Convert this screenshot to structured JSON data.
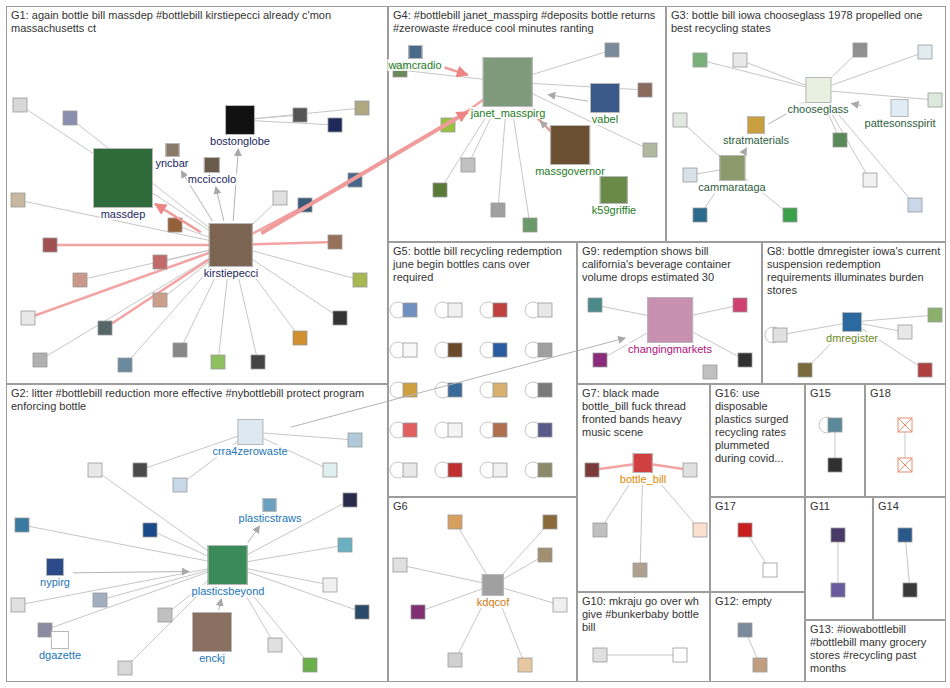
{
  "diagram": {
    "nodes": [
      {
        "text": [
          "G1: again bottle bill massdep #bottlebill kirstiepecci already c'mon massachusetts ct"
        ]
      },
      {
        "text": [
          "bostonglobe"
        ],
        "in": 0
      },
      {
        "text": [
          "yncbar"
        ],
        "in": 0
      },
      {
        "text": [
          "mcciccolo"
        ],
        "in": 0
      },
      {
        "text": [
          "massdep"
        ],
        "in": 0
      },
      {
        "text": [
          "kirstiepecci"
        ],
        "in": 0
      },
      {
        "text": [
          "G4: #bottlebill janet_masspirg #deposits bottle returns #zerowaste #reduce cool minutes ranting"
        ]
      },
      {
        "text": [
          "wamcradio"
        ],
        "in": 6
      },
      {
        "text": [
          "janet_masspirg"
        ],
        "in": 6
      },
      {
        "text": [
          "vabel"
        ],
        "in": 6
      },
      {
        "text": [
          "massgovernor"
        ],
        "in": 6
      },
      {
        "text": [
          "k59griffie"
        ],
        "in": 6
      },
      {
        "text": [
          "G3: bottle bill iowa chooseglass 1978 propelled one best recycling states"
        ]
      },
      {
        "text": [
          "chooseglass"
        ],
        "in": 12
      },
      {
        "text": [
          "pattesonsspirit"
        ],
        "in": 12
      },
      {
        "text": [
          "stratmaterials"
        ],
        "in": 12
      },
      {
        "text": [
          "cammarataga"
        ],
        "in": 12
      },
      {
        "text": [
          "G5: bottle bill recycling redemption june begin bottles cans over required"
        ]
      },
      {
        "text": [
          "G9: redemption shows bill california's beverage container volume drops estimated 30"
        ]
      },
      {
        "text": [
          "changingmarkets"
        ],
        "in": 18
      },
      {
        "text": [
          "G8: bottle dmregister iowa's current suspension redemption requirements illuminates burden stores"
        ]
      },
      {
        "text": [
          "dmregister"
        ],
        "in": 20
      },
      {
        "text": [
          "G2: litter #bottlebill reduction more effective #nybottlebill protect program enforcing bottle"
        ]
      },
      {
        "text": [
          "crra4zerowaste"
        ],
        "in": 22
      },
      {
        "text": [
          "plasticstraws"
        ],
        "in": 22
      },
      {
        "text": [
          "nypirg"
        ],
        "in": 22
      },
      {
        "text": [
          "plasticsbeyond"
        ],
        "in": 22
      },
      {
        "text": [
          "dgazette"
        ],
        "in": 22
      },
      {
        "text": [
          "enckj"
        ],
        "in": 22
      },
      {
        "text": [
          "G6"
        ]
      },
      {
        "text": [
          "kdqcof"
        ],
        "in": 29
      },
      {
        "text": [
          "G7: black made bottle_bill fuck thread fronted bands heavy music scene"
        ]
      },
      {
        "text": [
          "bottle_bill"
        ],
        "in": 31
      },
      {
        "text": [
          "G16: use disposable plastics surged recycling rates plummeted during covid..."
        ]
      },
      {
        "text": [
          "G15"
        ]
      },
      {
        "text": [
          "G18"
        ]
      },
      {
        "text": [
          "G17"
        ]
      },
      {
        "text": [
          "G11"
        ]
      },
      {
        "text": [
          "G14"
        ]
      },
      {
        "text": [
          "G10: mkraju go over wh give #bunkerbaby bottle bill"
        ]
      },
      {
        "text": [
          "G12: empty"
        ]
      },
      {
        "text": [
          "G13: #iowabottlebill #bottlebill many grocery stores #recycling past months"
        ]
      }
    ],
    "edges": [
      {
        "from": 5,
        "to": 4,
        "arrow": "to"
      },
      {
        "from": 5,
        "to": 1,
        "arrow": "to"
      },
      {
        "from": 5,
        "to": 3,
        "arrow": "to"
      },
      {
        "from": 5,
        "to": 2,
        "arrow": "to"
      },
      {
        "from": 5,
        "to": 8,
        "arrow": "to"
      },
      {
        "from": 7,
        "to": 8,
        "arrow": "to"
      },
      {
        "from": 10,
        "to": 8,
        "arrow": "to"
      },
      {
        "from": 9,
        "to": 8,
        "arrow": "to"
      },
      {
        "from": 11,
        "to": 8,
        "arrow": "to"
      },
      {
        "from": 16,
        "to": 15,
        "arrow": "to"
      },
      {
        "from": 15,
        "to": 13,
        "arrow": "to"
      },
      {
        "from": 14,
        "to": 13,
        "arrow": "to"
      },
      {
        "from": 23,
        "to": 19,
        "arrow": "to"
      },
      {
        "from": 26,
        "to": 24,
        "arrow": "to"
      },
      {
        "from": 25,
        "to": 26,
        "arrow": "to"
      },
      {
        "from": 28,
        "to": 26,
        "arrow": "to"
      }
    ]
  }
}
